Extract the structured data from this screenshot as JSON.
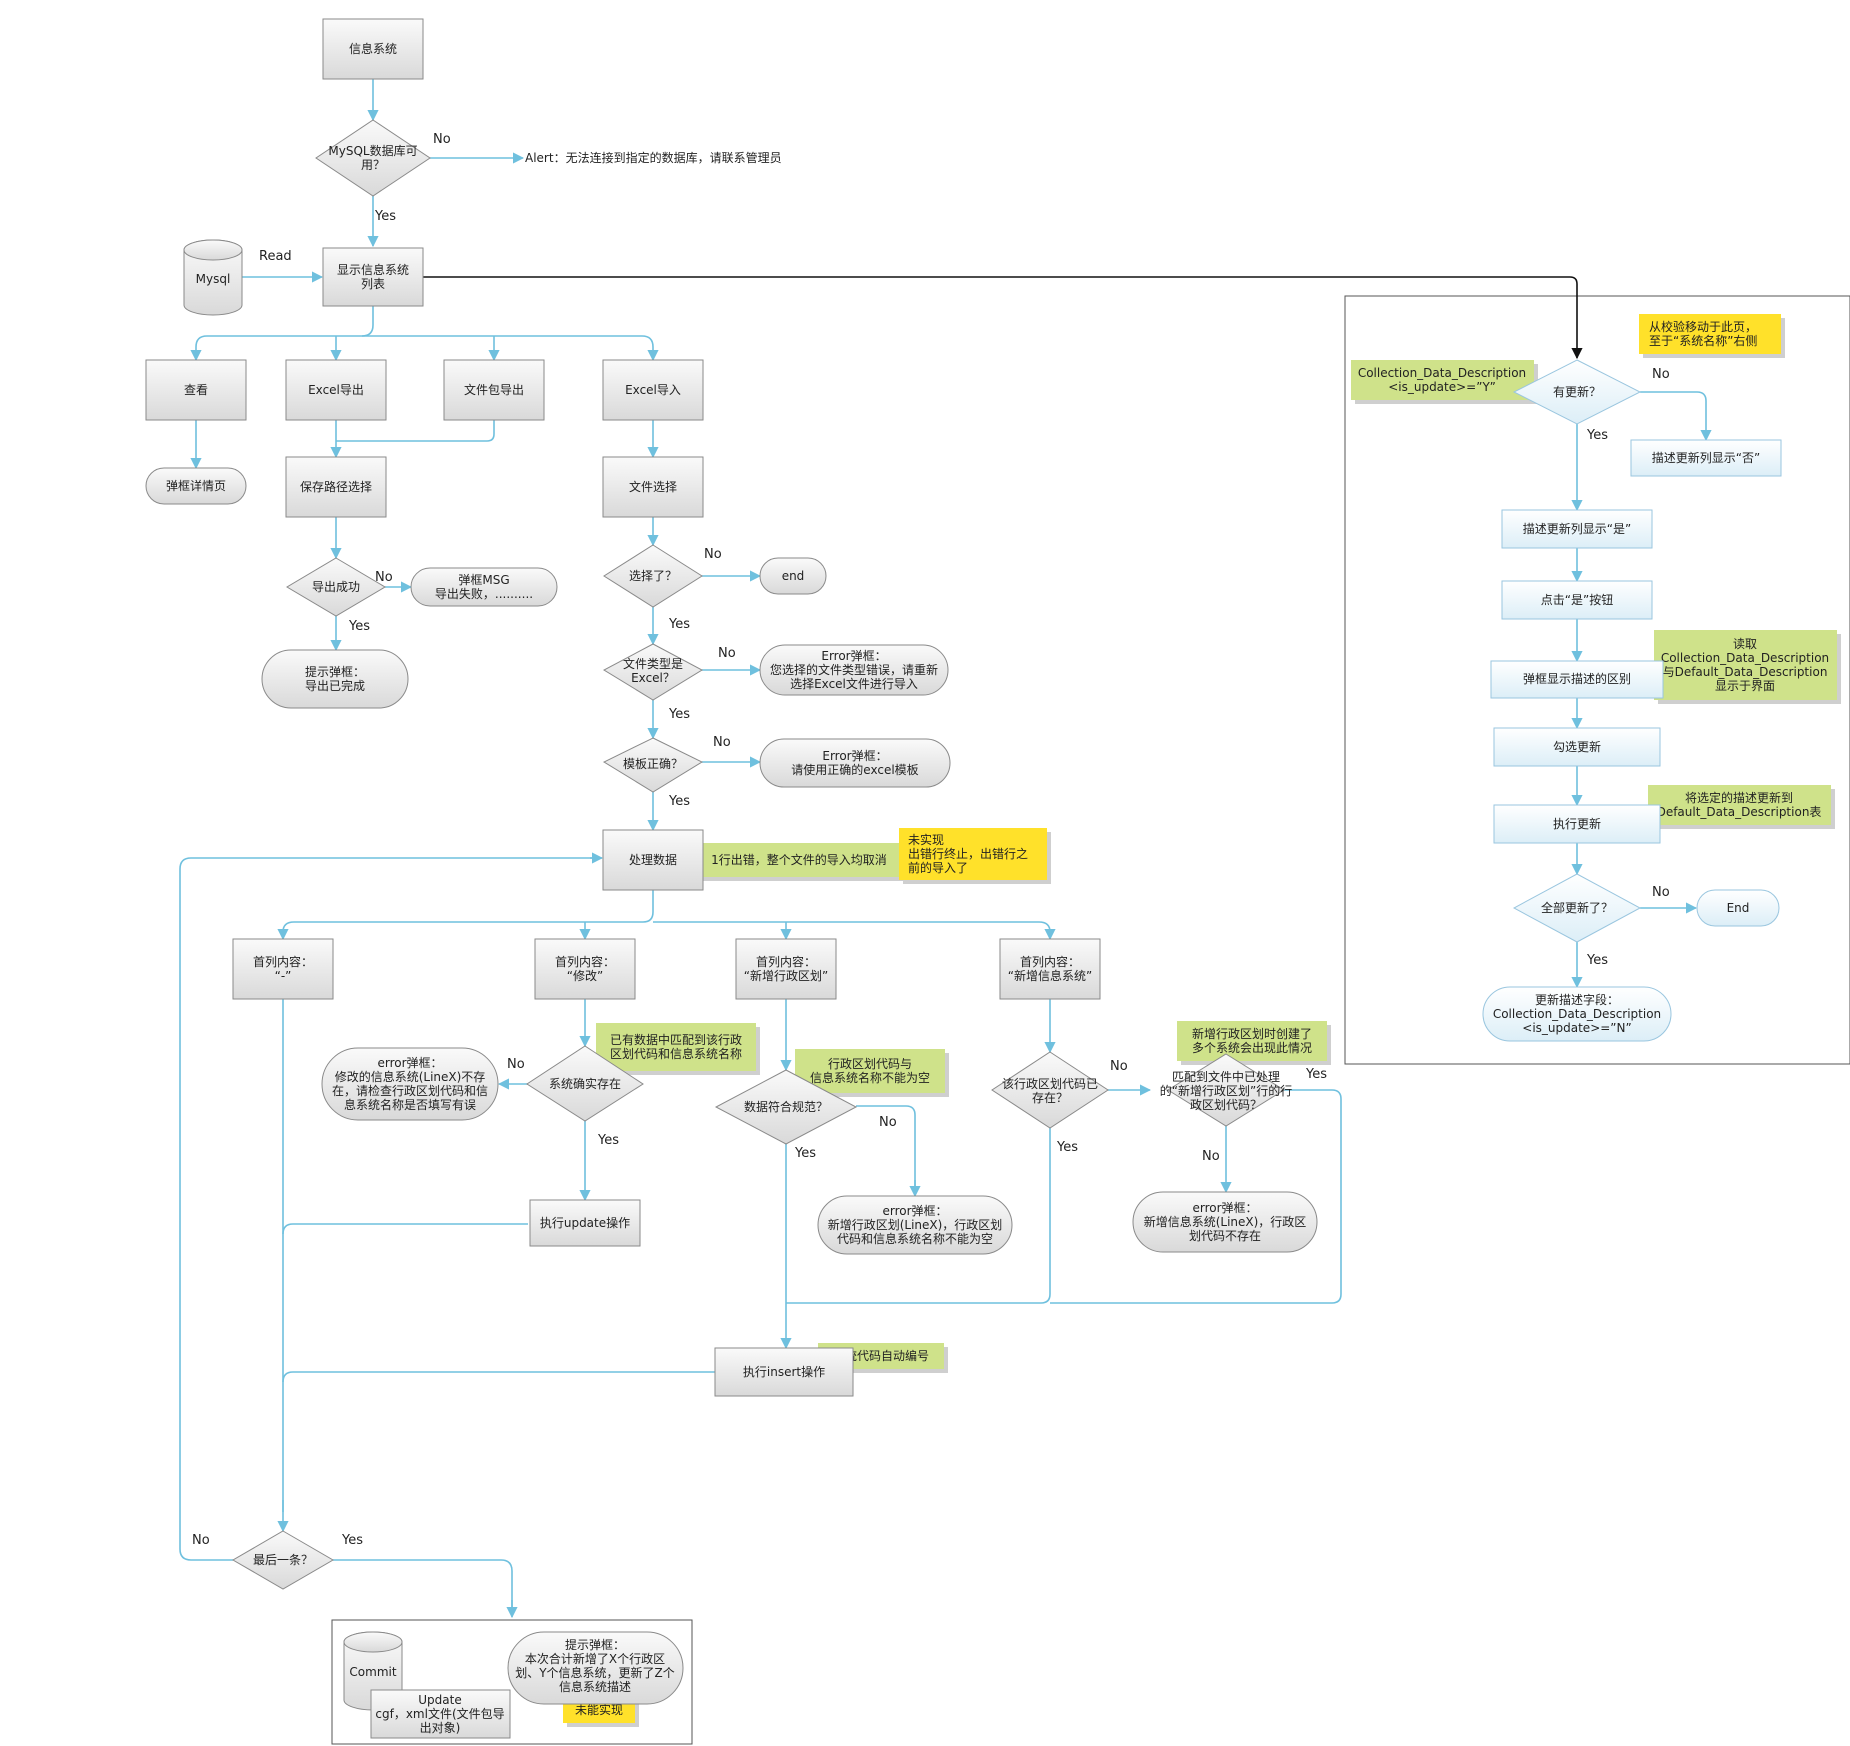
{
  "nodes": {
    "n_infosys": "信息系统",
    "n_mysql_ok": "MySQL数据库可\n用？",
    "n_alert": "Alert：无法连接到指定的数据库，请联系管理员",
    "n_mysql_db": "Mysql",
    "n_show_list": "显示信息系统\n列表",
    "n_view": "查看",
    "n_excel_export": "Excel导出",
    "n_pkg_export": "文件包导出",
    "n_excel_import": "Excel导入",
    "n_detail": "弹框详情页",
    "n_save_path": "保存路径选择",
    "n_export_ok": "导出成功",
    "n_msg_fail": "弹框MSG\n导出失败，..........",
    "n_export_done": "提示弹框：\n导出已完成",
    "n_file_select": "文件选择",
    "n_selected": "选择了？",
    "n_end1": "end",
    "n_is_excel": "文件类型是\nExcel？",
    "n_err_type": "Error弹框：\n您选择的文件类型错误，请重新\n选择Excel文件进行导入",
    "n_tpl_ok": "模板正确？",
    "n_err_tpl": "Error弹框：\n请使用正确的excel模板",
    "n_process": "处理数据",
    "n_col_dash": "首列内容：\n“-”",
    "n_col_edit": "首列内容：\n“修改”",
    "n_col_region": "首列内容：\n“新增行政区划”",
    "n_col_sys": "首列内容：\n“新增信息系统”",
    "n_err_edit": "error弹框：\n修改的信息系统(LineX)不存\n在，请检查行政区划代码和信\n息系统名称是否填写有误",
    "n_sys_exists": "系统确实存在",
    "n_data_ok": "数据符合规范？",
    "n_region_exists": "该行政区划代码已\n存在？",
    "n_match_file": "匹配到文件中已处理\n的“新增行政区划”行的行\n政区划代码？",
    "n_do_update": "执行update操作",
    "n_err_region": "error弹框：\n新增行政区划(LineX)，行政区划\n代码和信息系统名称不能为空",
    "n_err_sys": "error弹框：\n新增信息系统(LineX)，行政区\n划代码不存在",
    "n_do_insert": "执行insert操作",
    "n_last": "最后一条？",
    "n_commit": "Commit",
    "n_update_cfg": "Update\ncgf，xml文件(文件包导\n出对象)",
    "n_summary": "提示弹框：\n本次合计新增了X个行政区\n划、Y个信息系统，更新了Z个\n信息系统描述",
    "n_has_update": "有更新？",
    "n_col_no": "描述更新列显示“否”",
    "n_col_yes": "描述更新列显示“是”",
    "n_click_yes": "点击“是”按钮",
    "n_popup_diff": "弹框显示描述的区别",
    "n_check_update": "勾选更新",
    "n_exec_update": "执行更新",
    "n_all_updated": "全部更新了？",
    "n_end2": "End",
    "n_update_field": "更新描述字段：\nCollection_Data_Description\n<is_update>=”N”"
  },
  "notes": {
    "note_rowerr": "1行出错，整个文件的导入均取消",
    "note_unimpl": "未实现\n出错行终止，出错行之\n前的导入了",
    "note_matched": "已有数据中匹配到该行政\n区划代码和信息系统名称",
    "note_notempty": "行政区划代码与\n信息系统名称不能为空",
    "note_multi": "新增行政区划时创建了\n多个系统会出现此情况",
    "note_autonum": "系统代码自动编号",
    "note_unable": "未能实现",
    "note_move": "从校验移动于此页，\n至于“系统名称”右侧",
    "note_collection": "Collection_Data_Description\n<is_update>=”Y”",
    "note_read": "读取\nCollection_Data_Description\n与Default_Data_Description\n显示于界面",
    "note_update_default": "将选定的描述更新到\nDefault_Data_Description表"
  },
  "labels": {
    "yes": "Yes",
    "no": "No",
    "read": "Read"
  }
}
